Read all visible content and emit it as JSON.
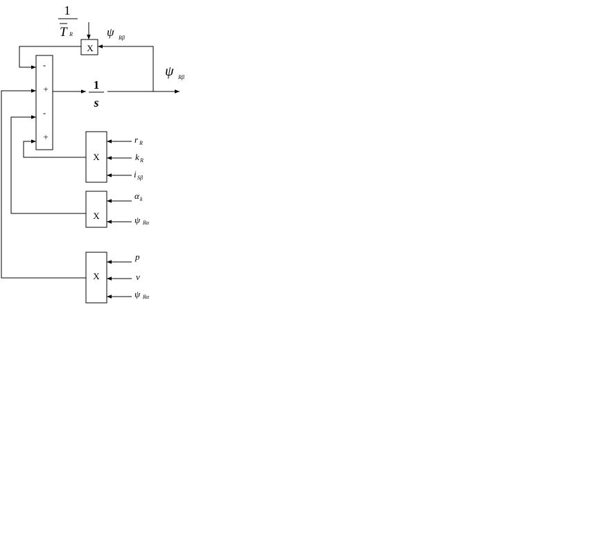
{
  "feedback_coefficient": {
    "numerator": "1",
    "symbol": "T",
    "subscript": "R"
  },
  "top_multiplier": {
    "op": "X",
    "input_symbol": "ψ",
    "input_subscript": "Rβ"
  },
  "summer_signs": [
    "-",
    "+",
    "-",
    "+"
  ],
  "integrator": {
    "numerator": "1",
    "denominator": "s"
  },
  "output": {
    "symbol": "ψ",
    "subscript": "Rβ"
  },
  "multiplier_1": {
    "op": "X",
    "inputs": [
      {
        "symbol": "r",
        "subscript": "R"
      },
      {
        "symbol": "k",
        "subscript": "R"
      },
      {
        "symbol": "i",
        "subscript": "Sβ"
      }
    ]
  },
  "multiplier_2": {
    "op": "X",
    "inputs": [
      {
        "symbol": "α",
        "subscript": "k"
      },
      {
        "symbol": "ψ",
        "subscript": "Rα"
      }
    ]
  },
  "multiplier_3": {
    "op": "X",
    "inputs": [
      {
        "symbol": "p",
        "subscript": ""
      },
      {
        "symbol": "ν",
        "subscript": ""
      },
      {
        "symbol": "ψ",
        "subscript": "Rα"
      }
    ]
  }
}
